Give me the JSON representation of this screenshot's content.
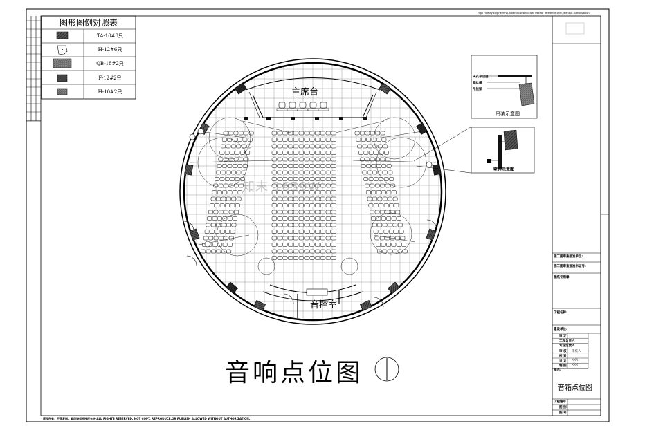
{
  "main_title": "音响点位图",
  "legend": {
    "title": "图形图例对照表",
    "items": [
      {
        "label": "TA-10#8只",
        "symbol": "hatch-dark"
      },
      {
        "label": "H-12#6只",
        "symbol": "outline-speaker"
      },
      {
        "label": "QB-18#2只",
        "symbol": "hatch-large"
      },
      {
        "label": "F-12#2只",
        "symbol": "solid-dark"
      },
      {
        "label": "H-10#2只",
        "symbol": "hatch-small"
      }
    ]
  },
  "floor_plan": {
    "stage_label": "主席台",
    "control_room_label": "音控室"
  },
  "details": {
    "hanging": {
      "caption": "吊装示意图",
      "tags": [
        "天花吊顶层",
        "钢丝绳",
        "吊挂架"
      ]
    },
    "wall": {
      "caption": "壁挂示意图"
    }
  },
  "watermark": "知末 1659W",
  "footer": {
    "copyright": "版权所有，不得复制。翻用请须经授权允许    ALL RIGHTS RESERVED. NOT COPY, REPRODUCE,OR PUBLISH ALLOWED WITHOUT AUTHORIZATION."
  },
  "header_note": "High Fidelity Engineering. Not for construction. Use for reference only, without authorization.",
  "title_block": {
    "rows": [
      "施工图审查批准单位:",
      "施工图审查批准书证号:",
      "图纸专用章:",
      "工程名称:",
      "建设单位:"
    ],
    "roles": [
      {
        "label": "审 定",
        "value": ""
      },
      {
        "label": "工程负责人",
        "value": ""
      },
      {
        "label": "专业负责人",
        "value": ""
      },
      {
        "label": "审 核",
        "value": "审核人"
      },
      {
        "label": "校 对",
        "value": ""
      },
      {
        "label": "设 计",
        "value": "XXX"
      },
      {
        "label": "制 图",
        "value": "XXX"
      }
    ],
    "drawing_name_label": "图名:",
    "drawing_name": "音箱点位图",
    "bottom": [
      "工程编号",
      "图 别",
      "图 号"
    ]
  },
  "colors": {
    "line": "#000000",
    "grid": "#777777",
    "watermark": "#8a8a8a"
  }
}
